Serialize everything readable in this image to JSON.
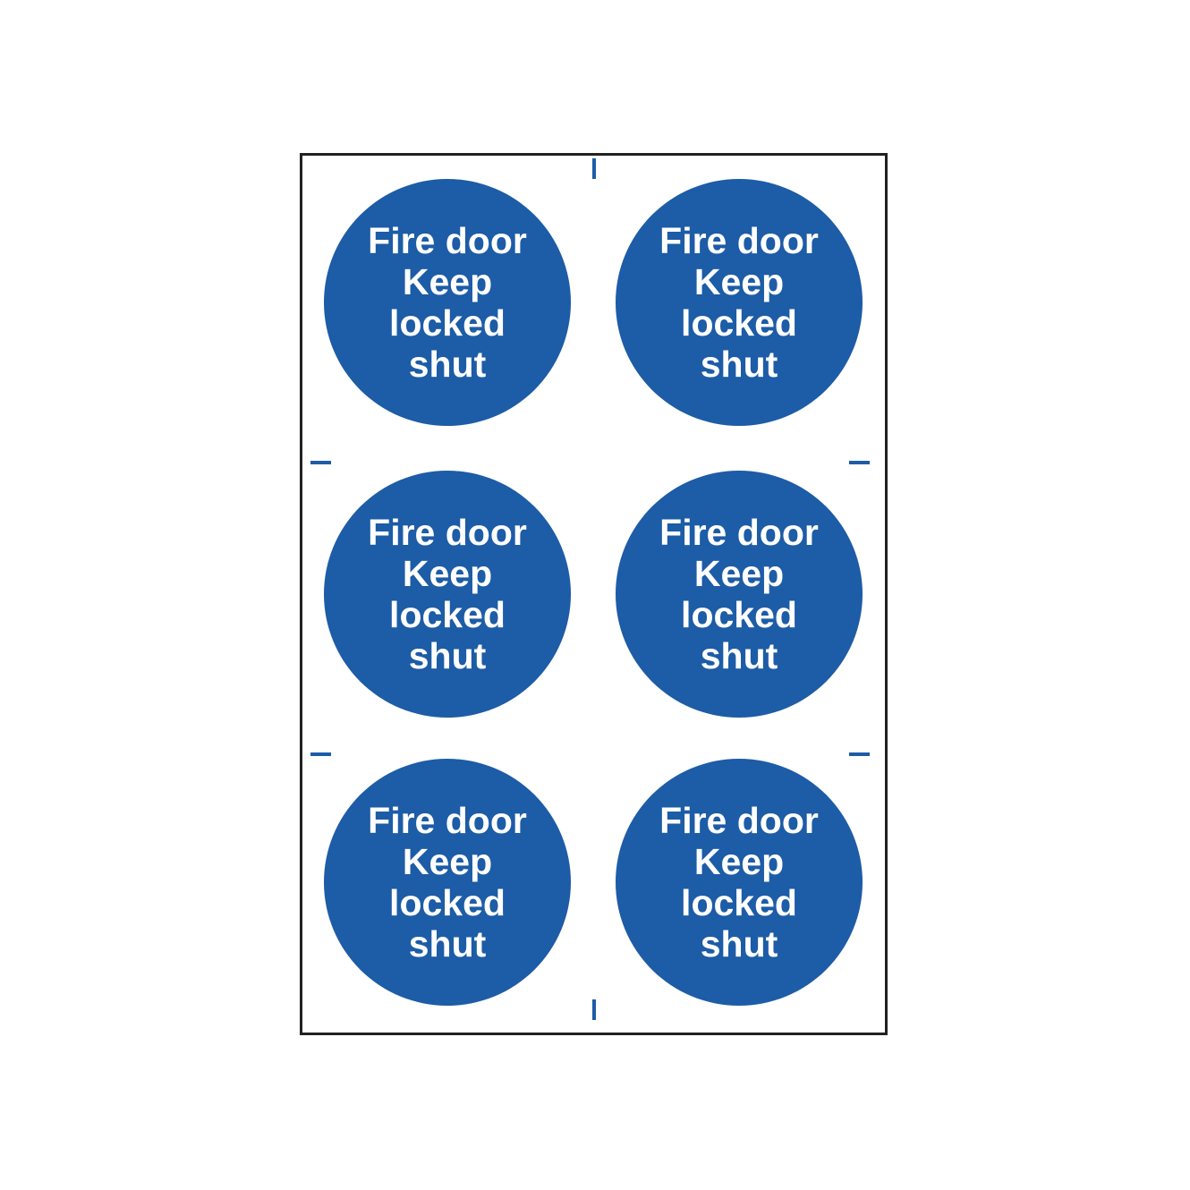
{
  "sheet": {
    "colors": {
      "sign_blue": "#1d5ca6",
      "text": "#ffffff",
      "border": "#222222",
      "background": "#ffffff"
    },
    "signs": [
      {
        "lines": [
          "Fire door",
          "Keep",
          "locked",
          "shut"
        ]
      },
      {
        "lines": [
          "Fire door",
          "Keep",
          "locked",
          "shut"
        ]
      },
      {
        "lines": [
          "Fire door",
          "Keep",
          "locked",
          "shut"
        ]
      },
      {
        "lines": [
          "Fire door",
          "Keep",
          "locked",
          "shut"
        ]
      },
      {
        "lines": [
          "Fire door",
          "Keep",
          "locked",
          "shut"
        ]
      },
      {
        "lines": [
          "Fire door",
          "Keep",
          "locked",
          "shut"
        ]
      }
    ]
  }
}
